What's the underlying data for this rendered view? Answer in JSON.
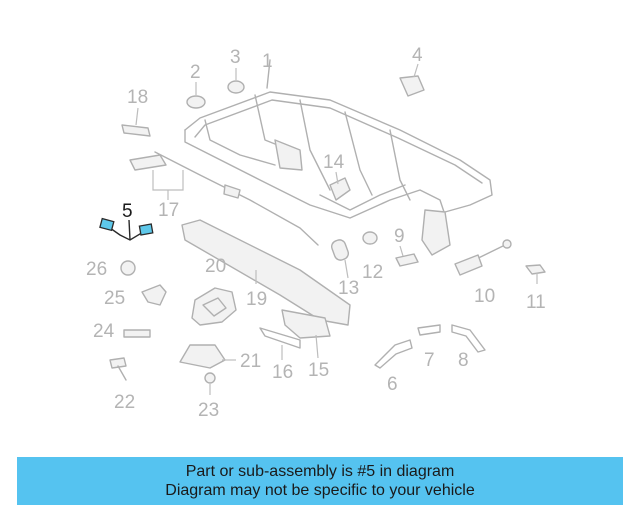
{
  "diagram": {
    "highlighted_part": "5",
    "part_numbers": [
      "1",
      "2",
      "3",
      "4",
      "5",
      "6",
      "7",
      "8",
      "9",
      "10",
      "11",
      "12",
      "13",
      "14",
      "15",
      "16",
      "17",
      "18",
      "19",
      "20",
      "21",
      "22",
      "23",
      "24",
      "25",
      "26"
    ]
  },
  "banner": {
    "line1": "Part or sub-assembly is #5 in diagram",
    "line2": "Diagram may not be specific to your vehicle",
    "color": "#55c3f0"
  }
}
